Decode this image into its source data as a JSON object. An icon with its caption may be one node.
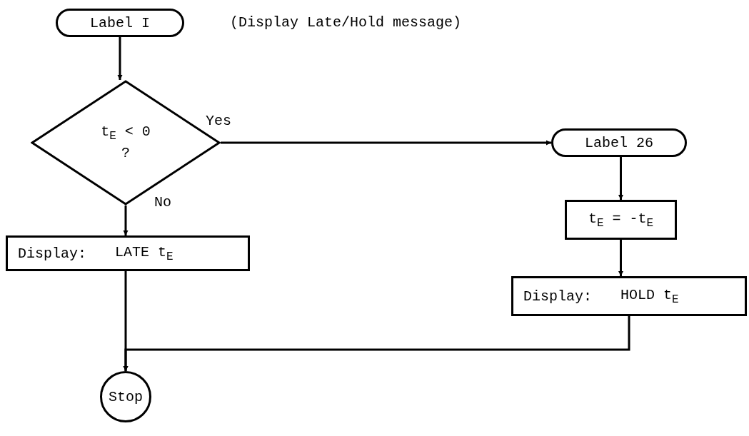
{
  "diagram": {
    "nodes": [
      {
        "text": [
          "Label I"
        ]
      },
      {
        "text": [
          "t$_{E}$ < 0 ?"
        ]
      },
      {
        "text": [
          "Display:",
          "LATE t$_{E}$"
        ]
      },
      {
        "text": [
          "Label 26"
        ]
      },
      {
        "text": [
          "t$_{E}$ = -t$_{E}$"
        ]
      },
      {
        "text": [
          "Display:",
          "HOLD t$_{E}$"
        ]
      },
      {
        "text": [
          "Stop"
        ]
      }
    ],
    "edges": [
      {
        "from": 0,
        "to": 1,
        "arrow": "to"
      },
      {
        "from": 1,
        "to": 3,
        "arrow": "to",
        "label": "Yes"
      },
      {
        "from": 1,
        "to": 2,
        "arrow": "to",
        "label": "No"
      },
      {
        "from": 3,
        "to": 4,
        "arrow": "to"
      },
      {
        "from": 4,
        "to": 5,
        "arrow": "to"
      },
      {
        "from": 5,
        "to": 6,
        "arrow": "to"
      },
      {
        "from": 2,
        "to": 6,
        "arrow": "to"
      }
    ],
    "labels": [
      "(Display Late/Hold message)"
    ]
  }
}
